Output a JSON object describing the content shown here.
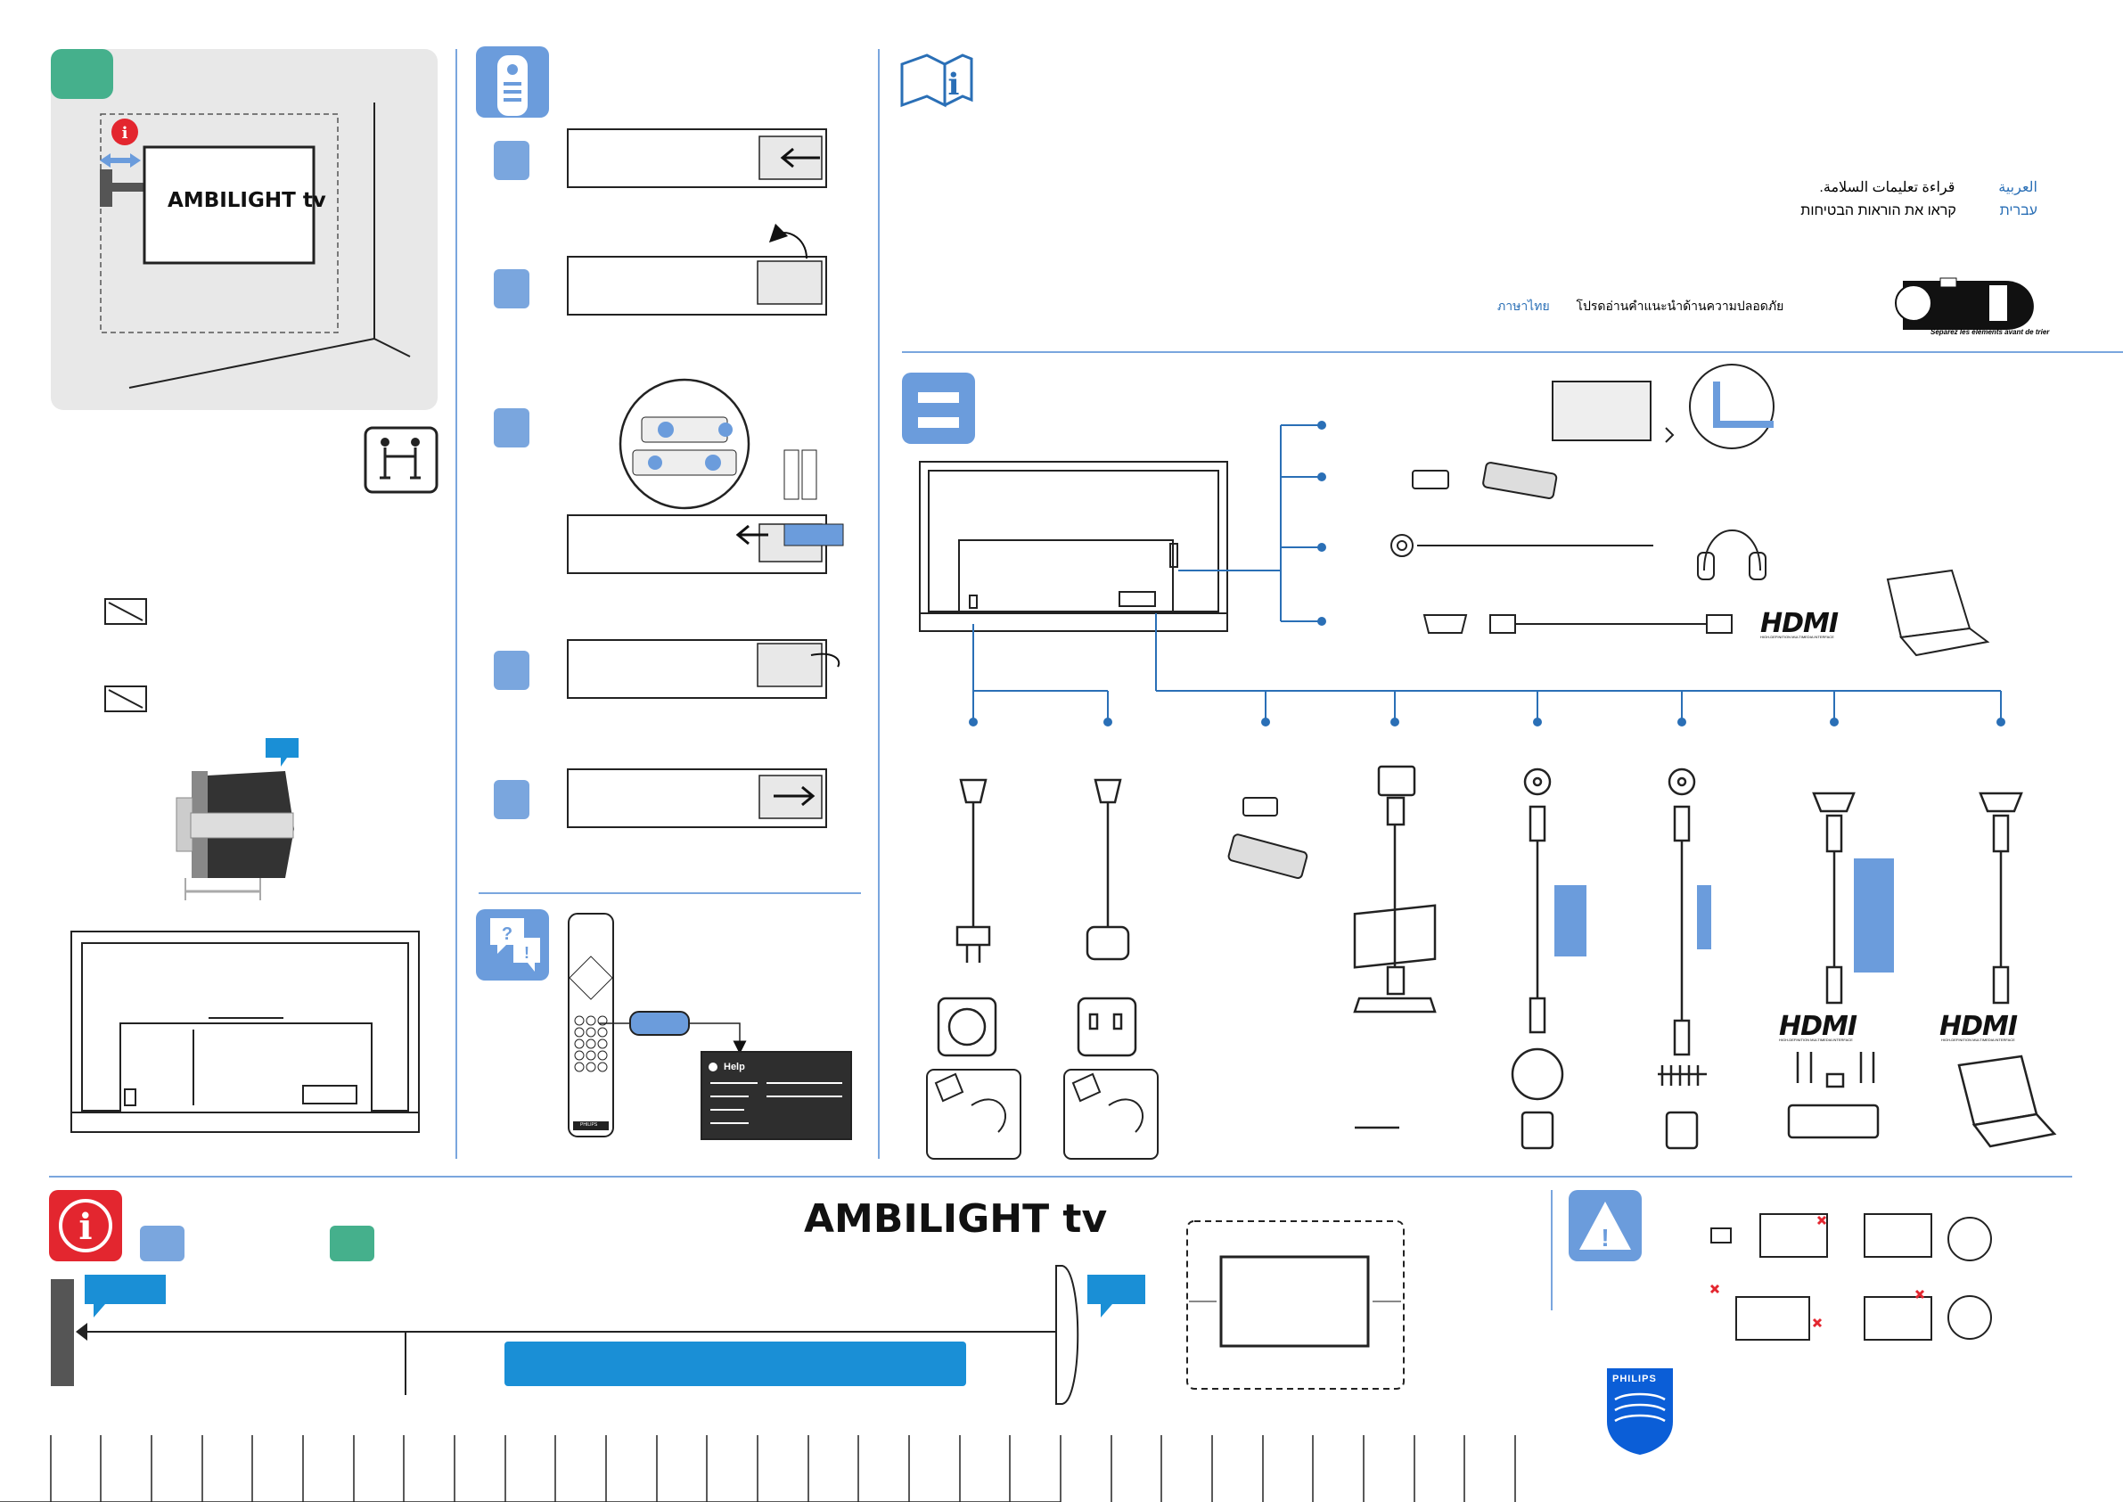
{
  "brand": {
    "product_title": "AMBILIGHT tv",
    "logo_word": "PHILIPS"
  },
  "safety_languages": [
    {
      "name": "العربية",
      "text": "قراءة تعليمات السلامة."
    },
    {
      "name": "עברית",
      "text": "קראו את הוראות הבטיחות"
    },
    {
      "name": "ภาษาไทย",
      "text": "โปรดอ่านคำแนะนำด้านความปลอดภัย"
    }
  ],
  "recycle_note": "Séparez les éléments avant de trier",
  "remote": {
    "help_button_label": "Help",
    "brand_label": "PHILIPS"
  },
  "hdmi": {
    "logo": "HDMI",
    "tagline": "HIGH-DEFINITION MULTIMEDIA INTERFACE"
  },
  "colors": {
    "green_badge": "#45b08c",
    "blue_step": "#7aa6de",
    "info_red": "#e3262f",
    "callout_blue": "#1a8fd6",
    "icon_blue": "#6b9cdc",
    "divider_blue": "#7aa6de"
  },
  "icons": [
    "info-icon",
    "remote-icon",
    "book-info-icon",
    "connectors-icon",
    "help-question-icon",
    "warning-icon",
    "recycle-icon",
    "two-person-lift-icon"
  ]
}
